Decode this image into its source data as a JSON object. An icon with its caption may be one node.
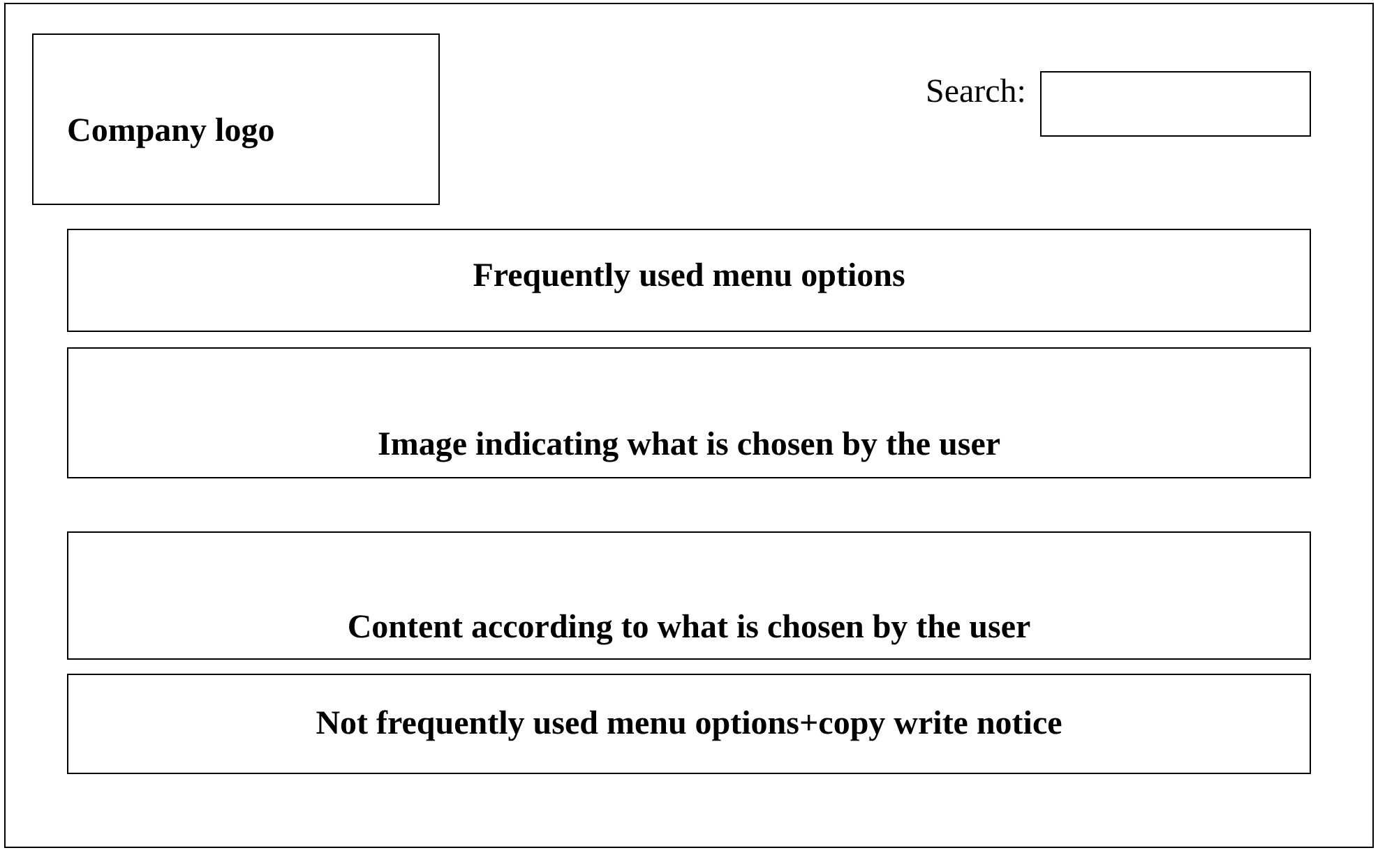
{
  "diagram": {
    "nodes": [
      {
        "text": [],
        "shape": "box"
      },
      {
        "text": [
          "Company logo"
        ],
        "in": 0
      },
      {
        "text": [],
        "shape": "box",
        "in": 0,
        "beside": [
          "Search:"
        ]
      },
      {
        "text": [
          "Frequently used menu options"
        ],
        "in": 0
      },
      {
        "text": [
          "Image indicating what is chosen by the user"
        ],
        "in": 0
      },
      {
        "text": [
          "Content according to what is chosen by the user"
        ],
        "in": 0
      },
      {
        "text": [
          "Not frequently used menu options+copy write notice"
        ],
        "in": 0
      }
    ]
  }
}
